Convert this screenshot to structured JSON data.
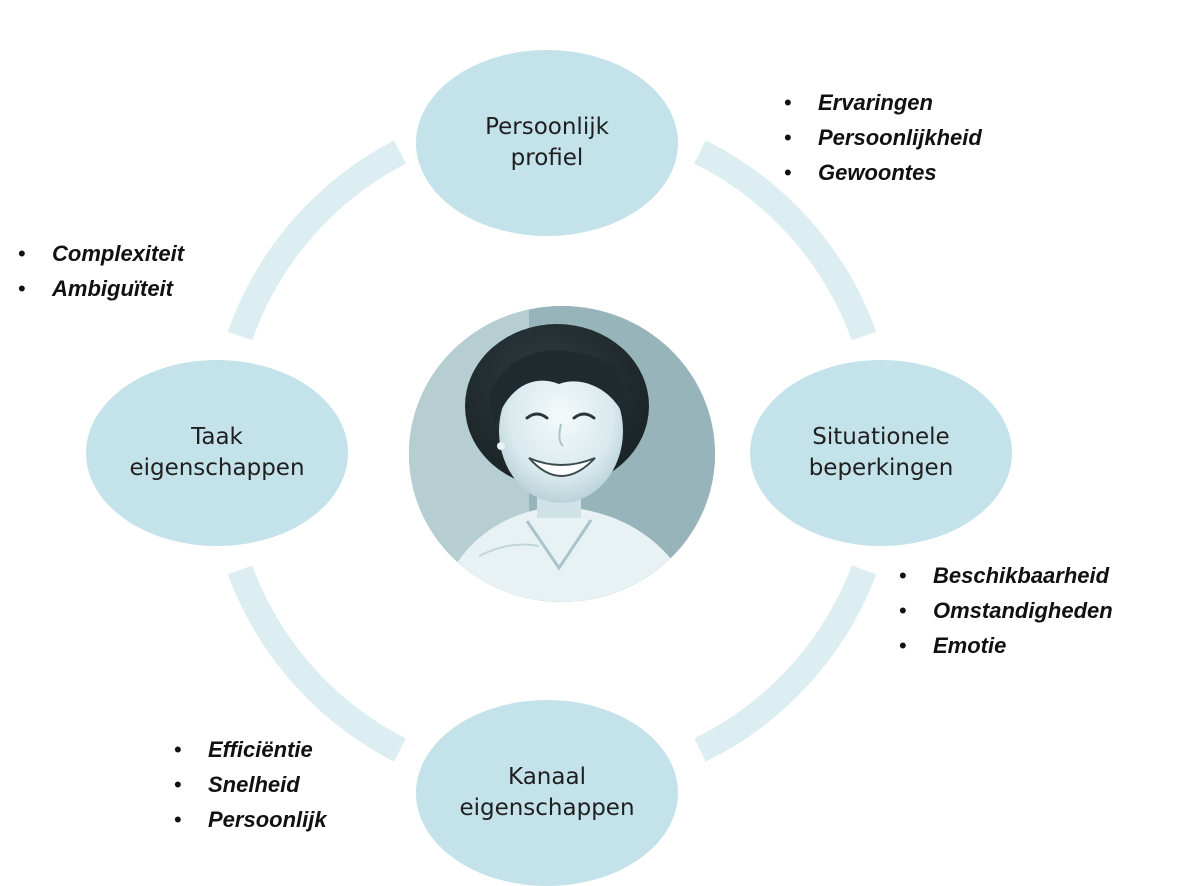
{
  "colors": {
    "node_fill": "#c4e2ea",
    "ring_stroke": "#dceef2",
    "text": "#111111"
  },
  "nodes": {
    "top": {
      "line1": "Persoonlijk",
      "line2": "profiel"
    },
    "left": {
      "line1": "Taak",
      "line2": "eigenschappen"
    },
    "right": {
      "line1": "Situationele",
      "line2": "beperkingen"
    },
    "bottom": {
      "line1": "Kanaal",
      "line2": "eigenschappen"
    }
  },
  "center_image": {
    "icon": "smiling-woman-portrait",
    "tint": "#9fbcc3"
  },
  "bullets": {
    "top": [
      "Ervaringen",
      "Persoonlijkheid",
      "Gewoontes"
    ],
    "left": [
      "Complexiteit",
      "Ambiguïteit"
    ],
    "right": [
      "Beschikbaarheid",
      "Omstandigheden",
      "Emotie"
    ],
    "bottom": [
      "Efficiëntie",
      "Snelheid",
      "Persoonlijk"
    ]
  }
}
